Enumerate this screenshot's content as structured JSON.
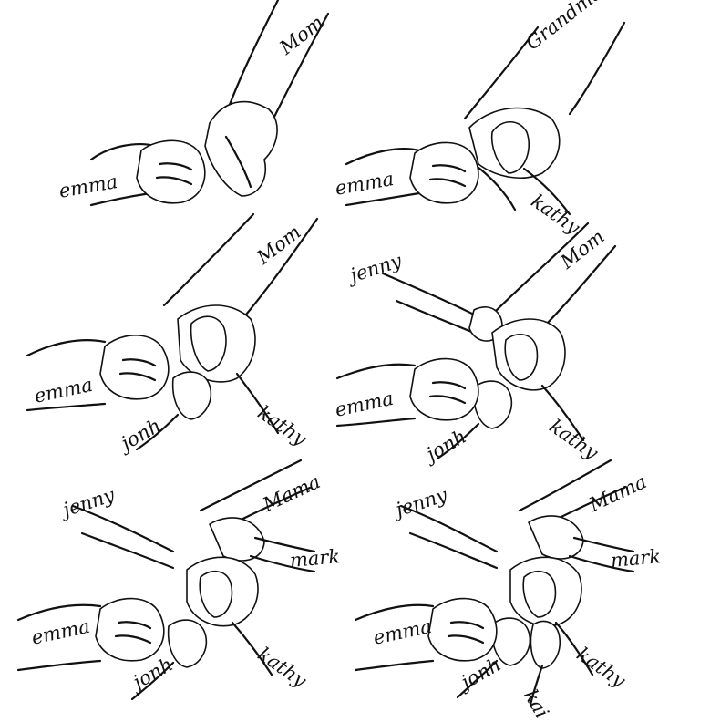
{
  "colors": {
    "ink": "#111111",
    "background": "#ffffff"
  },
  "panels": [
    {
      "parent": "Mom",
      "children": [
        "emma"
      ]
    },
    {
      "parent": "Grandma",
      "children": [
        "emma",
        "kathy"
      ]
    },
    {
      "parent": "Mom",
      "children": [
        "emma",
        "jonh",
        "kathy"
      ]
    },
    {
      "parent": "Mom",
      "children": [
        "jenny",
        "emma",
        "jonh",
        "kathy"
      ]
    },
    {
      "parent": "Mama",
      "children": [
        "jenny",
        "mark",
        "emma",
        "jonh",
        "kathy"
      ]
    },
    {
      "parent": "Mama",
      "children": [
        "jenny",
        "mark",
        "emma",
        "jonh",
        "kathy",
        "kai"
      ]
    }
  ]
}
